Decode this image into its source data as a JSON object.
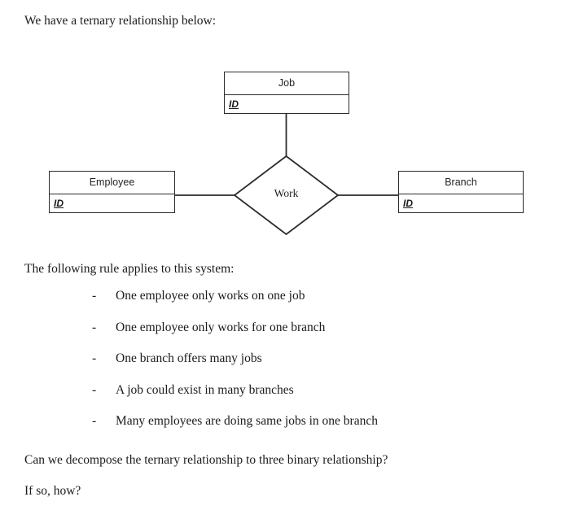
{
  "document": {
    "intro": "We have a ternary relationship below:",
    "rules_header": "The following rule applies to this system:",
    "question": "Can we decompose the ternary relationship to three binary relationship?",
    "followup": "If so, how?",
    "bullet_marker": "-",
    "rules": [
      "One employee only works on one job",
      "One employee only works for one branch",
      "One branch offers many jobs",
      "A job could exist in many branches",
      "Many employees are doing same jobs in one branch"
    ]
  },
  "diagram": {
    "type": "er-diagram",
    "line_color": "#2b2b2b",
    "fill_color": "#ffffff",
    "entities": [
      {
        "name": "Job",
        "key_attribute": "ID"
      },
      {
        "name": "Employee",
        "key_attribute": "ID"
      },
      {
        "name": "Branch",
        "key_attribute": "ID"
      }
    ],
    "relationship": {
      "name": "Work",
      "degree": "ternary"
    },
    "connections": [
      {
        "from": "Job",
        "to": "Work"
      },
      {
        "from": "Employee",
        "to": "Work"
      },
      {
        "from": "Branch",
        "to": "Work"
      }
    ]
  }
}
